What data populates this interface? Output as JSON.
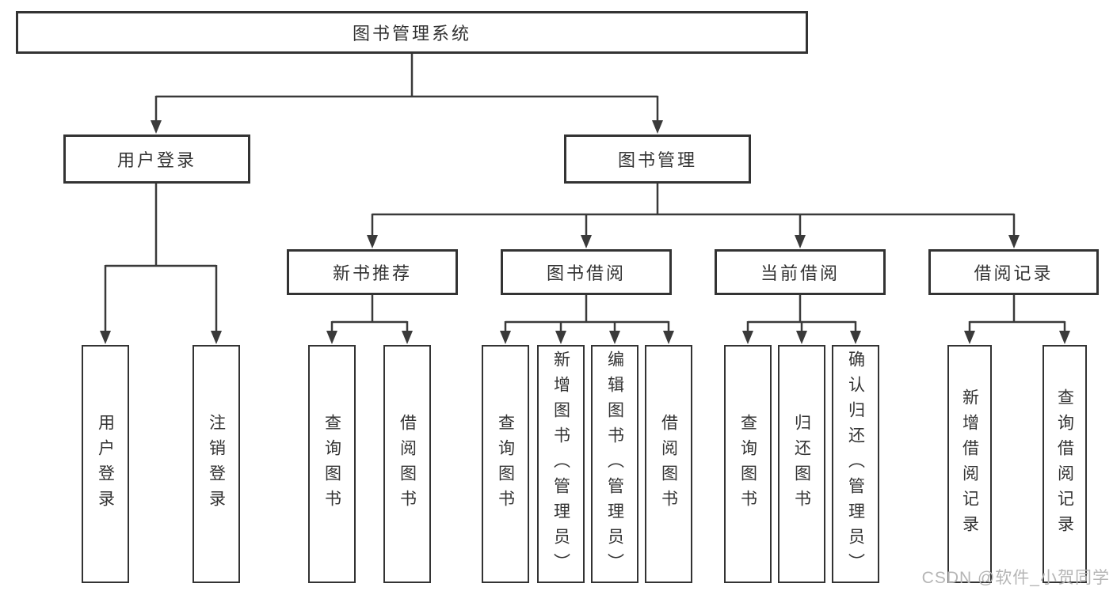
{
  "colors": {
    "line": "#3a3a3a",
    "box_border": "#333333",
    "text": "#333333",
    "watermark": "#b5b5b5",
    "background": "#ffffff"
  },
  "watermark": "CSDN @软件_小贺同学",
  "tree": {
    "root": "图书管理系统",
    "children": [
      {
        "label": "用户登录",
        "children": [
          "用户登录",
          "注销登录"
        ]
      },
      {
        "label": "图书管理",
        "children": [
          {
            "label": "新书推荐",
            "children": [
              "查询图书",
              "借阅图书"
            ]
          },
          {
            "label": "图书借阅",
            "children": [
              "查询图书",
              "新增图书（管理员）",
              "编辑图书（管理员）",
              "借阅图书"
            ]
          },
          {
            "label": "当前借阅",
            "children": [
              "查询图书",
              "归还图书",
              "确认归还（管理员）"
            ]
          },
          {
            "label": "借阅记录",
            "children": [
              "新增借阅记录",
              "查询借阅记录"
            ]
          }
        ]
      }
    ]
  }
}
